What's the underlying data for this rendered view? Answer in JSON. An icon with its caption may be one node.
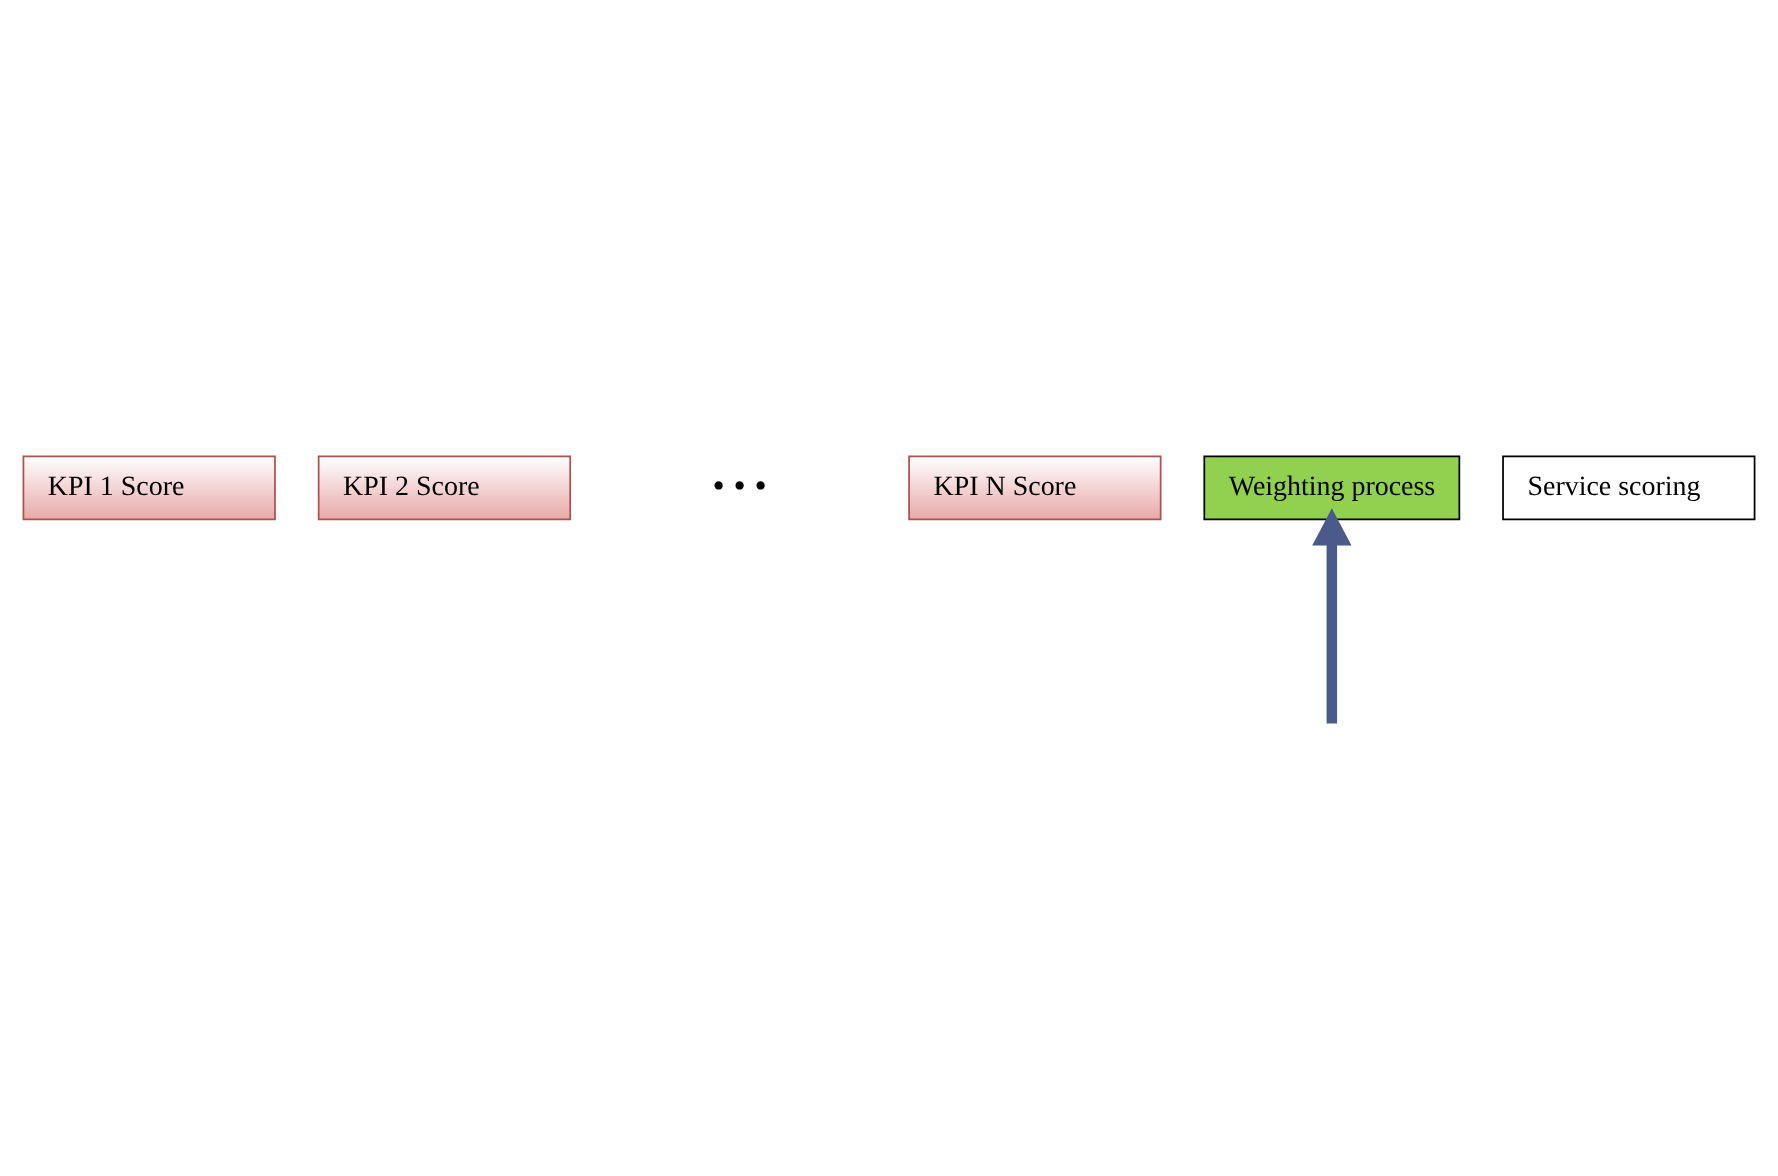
{
  "diagram": {
    "nodes": [
      {
        "text": [
          "KPI 1 Score"
        ]
      },
      {
        "text": [
          "KPI 2 Score"
        ]
      },
      {
        "text": [
          "KPI N Score"
        ]
      },
      {
        "text": [
          "Weighting process"
        ]
      },
      {
        "text": [
          "Service scoring"
        ]
      }
    ],
    "edges": [
      {
        "from": null,
        "to": 3,
        "arrow": "to",
        "color": "#4a5a8a"
      }
    ],
    "labels": [
      "• • •"
    ]
  }
}
